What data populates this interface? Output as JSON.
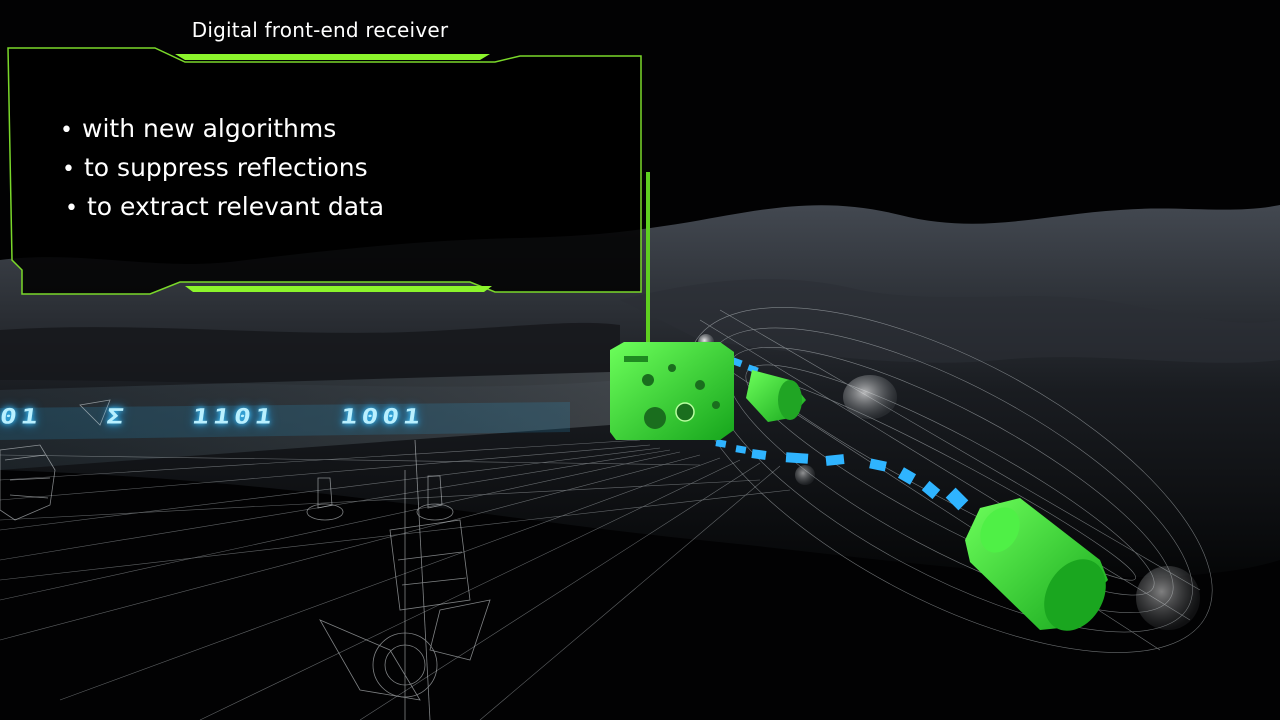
{
  "panel": {
    "title": "Digital front-end receiver",
    "bullets": [
      "with new algorithms",
      "to suppress reflections",
      "to extract relevant data"
    ]
  },
  "data_stream": {
    "symbols": [
      "01",
      "Σ",
      "1101",
      "1001"
    ]
  },
  "colors": {
    "accent_green": "#8cf52c",
    "device_green": "#39e43a",
    "signal_blue": "#2fb4ff",
    "background": "#020203"
  }
}
